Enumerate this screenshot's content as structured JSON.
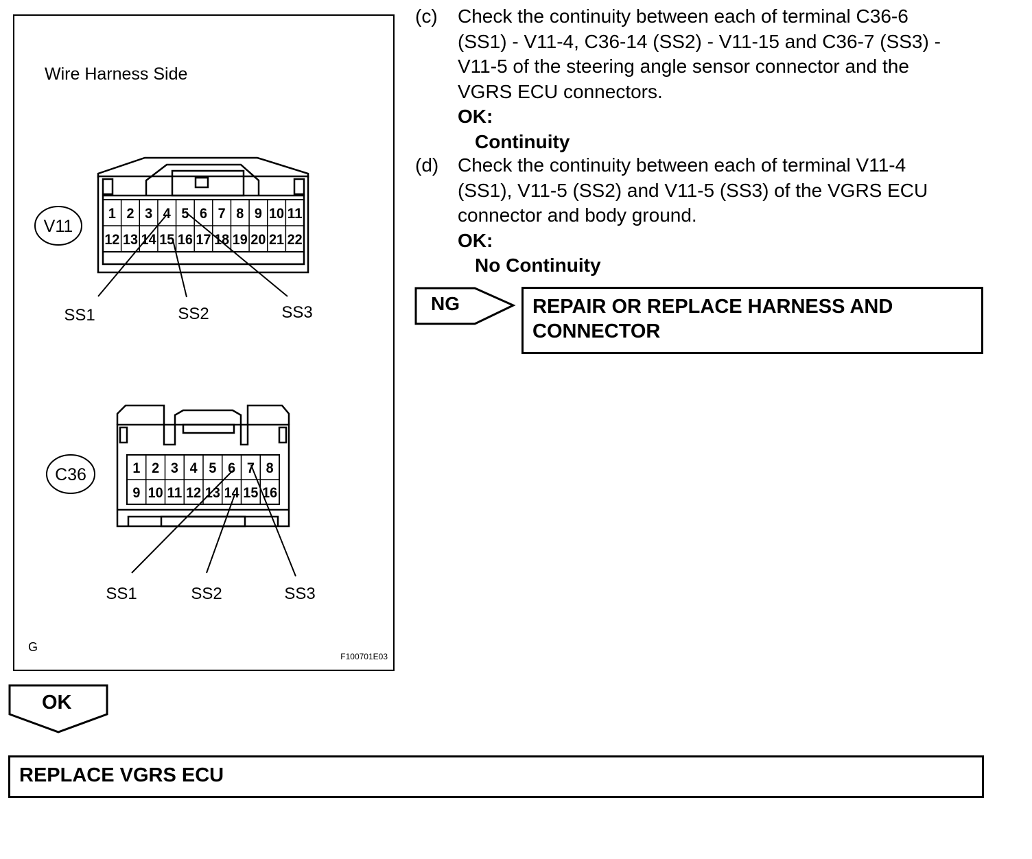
{
  "figure": {
    "title": "Wire Harness Side",
    "corner_letter": "G",
    "code": "F100701E03",
    "v11": {
      "label": "V11",
      "top_row": [
        "1",
        "2",
        "3",
        "4",
        "5",
        "6",
        "7",
        "8",
        "9",
        "10",
        "11"
      ],
      "bottom_row": [
        "12",
        "13",
        "14",
        "15",
        "16",
        "17",
        "18",
        "19",
        "20",
        "21",
        "22"
      ],
      "signals": [
        "SS1",
        "SS2",
        "SS3"
      ]
    },
    "c36": {
      "label": "C36",
      "top_row": [
        "1",
        "2",
        "3",
        "4",
        "5",
        "6",
        "7",
        "8"
      ],
      "bottom_row": [
        "9",
        "10",
        "11",
        "12",
        "13",
        "14",
        "15",
        "16"
      ],
      "signals": [
        "SS1",
        "SS2",
        "SS3"
      ]
    }
  },
  "steps": [
    {
      "letter": "(c)",
      "lines": [
        "Check the continuity between each of terminal C36-6",
        "(SS1) - V11-4, C36-14 (SS2) - V11-15 and C36-7 (SS3) -",
        "V11-5 of the steering angle sensor connector and the",
        "VGRS ECU connectors."
      ],
      "ok_label": "OK:",
      "ok_value": "Continuity"
    },
    {
      "letter": "(d)",
      "lines": [
        "Check the continuity between each of terminal V11-4",
        "(SS1), V11-5 (SS2) and V11-5 (SS3) of the VGRS ECU",
        "connector and body ground."
      ],
      "ok_label": "OK:",
      "ok_value": "No Continuity"
    }
  ],
  "ng": {
    "label": "NG",
    "result_lines": [
      "REPAIR OR REPLACE HARNESS AND",
      "CONNECTOR"
    ]
  },
  "ok": {
    "label": "OK",
    "result": "REPLACE VGRS ECU"
  }
}
